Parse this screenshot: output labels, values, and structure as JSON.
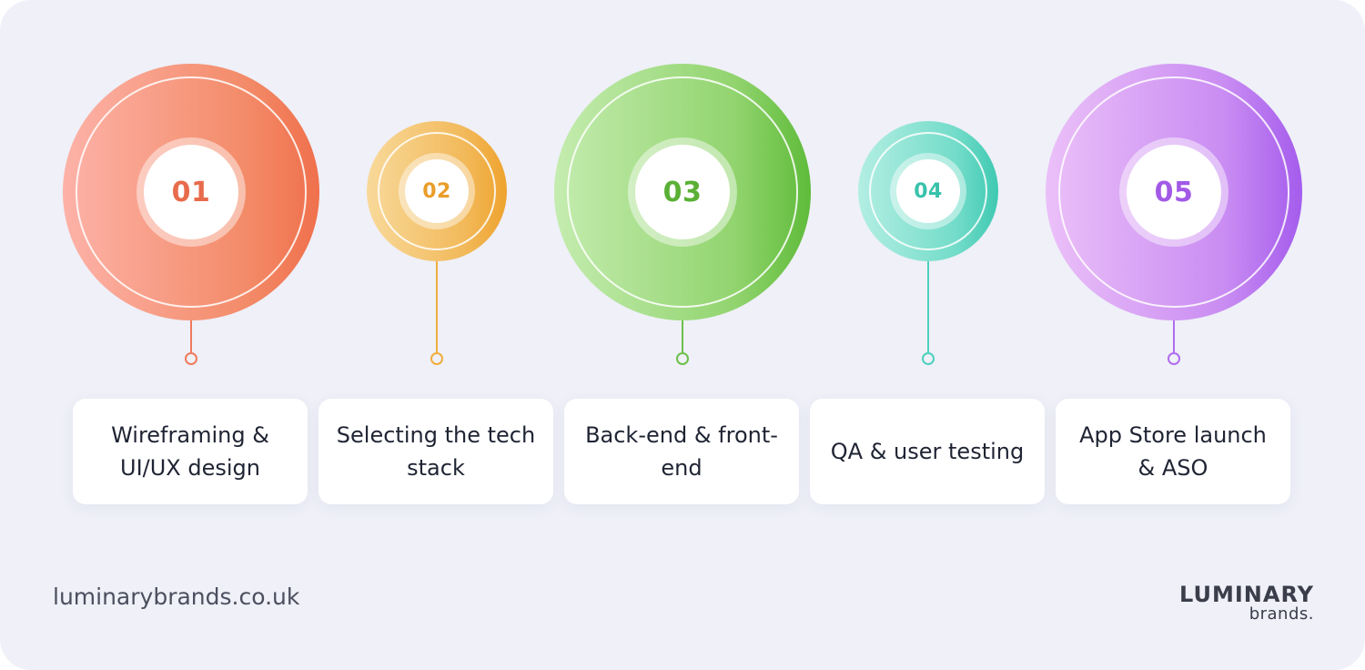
{
  "steps": [
    {
      "number": "01",
      "label": "Wireframing & UI/UX design",
      "color": "#f07a5c",
      "light": "#fbb3a4"
    },
    {
      "number": "02",
      "label": "Selecting the tech stack",
      "color": "#f0ad3c",
      "light": "#f6d58f"
    },
    {
      "number": "03",
      "label": "Back-end & front-end",
      "color": "#6cc04a",
      "light": "#bde8a6"
    },
    {
      "number": "04",
      "label": "QA & user testing",
      "color": "#4dd0bd",
      "light": "#a7ece0"
    },
    {
      "number": "05",
      "label": "App Store launch & ASO",
      "color": "#b06cf0",
      "light": "#e5b9f6"
    }
  ],
  "footer": {
    "url": "luminarybrands.co.uk"
  },
  "logo": {
    "main": "LUMINARY",
    "sub": "brands."
  }
}
